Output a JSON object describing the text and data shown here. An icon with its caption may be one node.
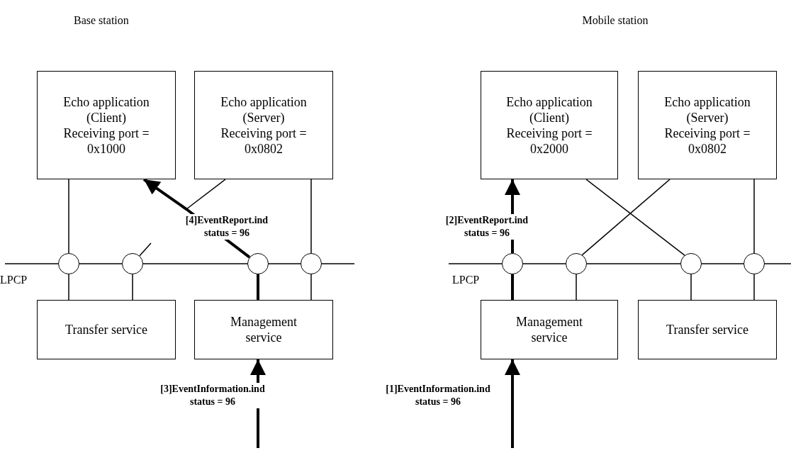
{
  "diagram": {
    "nodes": [
      {
        "text": [
          "Echo application (Client) Receiving port = 0x1000"
        ]
      },
      {
        "text": [
          "Echo application (Server) Receiving port = 0x0802"
        ]
      },
      {
        "text": [],
        "shape": "circle"
      },
      {
        "text": [],
        "shape": "circle"
      },
      {
        "text": [],
        "shape": "circle"
      },
      {
        "text": [],
        "shape": "circle"
      },
      {
        "text": [
          "Transfer service"
        ]
      },
      {
        "text": [
          "Management service"
        ]
      },
      {
        "text": [
          "Echo application (Client) Receiving port = 0x2000"
        ]
      },
      {
        "text": [
          "Echo application (Server) Receiving port = 0x0802"
        ]
      },
      {
        "text": [],
        "shape": "circle"
      },
      {
        "text": [],
        "shape": "circle"
      },
      {
        "text": [],
        "shape": "circle"
      },
      {
        "text": [],
        "shape": "circle"
      },
      {
        "text": [
          "Management service"
        ]
      },
      {
        "text": [
          "Transfer service"
        ]
      }
    ],
    "edges": [
      {
        "from": null,
        "to": 2,
        "arrow": "none"
      },
      {
        "from": 2,
        "to": 3,
        "arrow": "none"
      },
      {
        "from": 3,
        "to": 4,
        "arrow": "none"
      },
      {
        "from": 4,
        "to": 5,
        "arrow": "none"
      },
      {
        "from": 5,
        "to": null,
        "arrow": "none"
      },
      {
        "from": 0,
        "to": 2,
        "arrow": "none"
      },
      {
        "from": 2,
        "to": 6,
        "arrow": "none"
      },
      {
        "from": 3,
        "to": 6,
        "arrow": "none"
      },
      {
        "from": 3,
        "to": null,
        "arrow": "none"
      },
      {
        "from": 1,
        "to": null,
        "arrow": "none"
      },
      {
        "from": 1,
        "to": 5,
        "arrow": "none"
      },
      {
        "from": 5,
        "to": 7,
        "arrow": "none"
      },
      {
        "from": 7,
        "to": 4,
        "arrow": "none",
        "style": "thick"
      },
      {
        "from": 4,
        "to": 0,
        "arrow": "to",
        "style": "thick",
        "label": "[4]EventReport.ind status = 96"
      },
      {
        "from": null,
        "to": 7,
        "arrow": "to",
        "style": "thick",
        "label": "[3]EventInformation.ind status = 96"
      },
      {
        "from": null,
        "to": 10,
        "arrow": "none"
      },
      {
        "from": 10,
        "to": 11,
        "arrow": "none"
      },
      {
        "from": 11,
        "to": 12,
        "arrow": "none"
      },
      {
        "from": 12,
        "to": 13,
        "arrow": "none"
      },
      {
        "from": 13,
        "to": null,
        "arrow": "none"
      },
      {
        "from": 8,
        "to": 12,
        "arrow": "none"
      },
      {
        "from": 9,
        "to": 11,
        "arrow": "none"
      },
      {
        "from": 9,
        "to": 13,
        "arrow": "none"
      },
      {
        "from": 11,
        "to": 14,
        "arrow": "none"
      },
      {
        "from": 12,
        "to": 15,
        "arrow": "none"
      },
      {
        "from": 13,
        "to": 15,
        "arrow": "none"
      },
      {
        "from": null,
        "to": 14,
        "arrow": "to",
        "style": "thick",
        "label": "[1]EventInformation.ind status = 96"
      },
      {
        "from": 14,
        "to": 10,
        "arrow": "none",
        "style": "thick"
      },
      {
        "from": 10,
        "to": 8,
        "arrow": "to",
        "style": "thick",
        "label": "[2]EventReport.ind status = 96"
      }
    ],
    "labels": [
      "Base station",
      "Mobile station",
      "LPCP",
      "LPCP"
    ]
  }
}
